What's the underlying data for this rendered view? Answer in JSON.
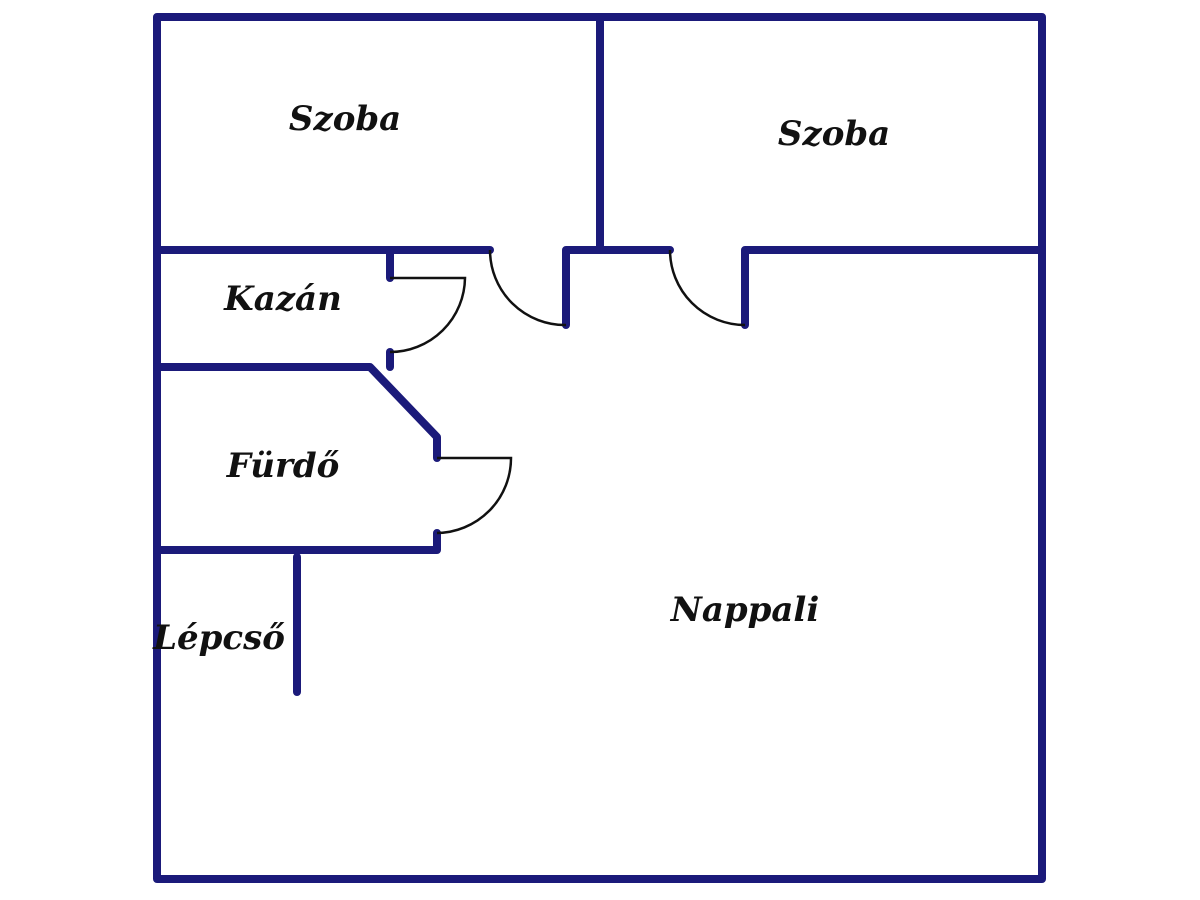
{
  "colors": {
    "wall": "#1b1a7a",
    "door": "#111111",
    "label": "#111111",
    "background": "#ffffff"
  },
  "rooms": {
    "szoba_left": "Szoba",
    "szoba_right": "Szoba",
    "kazan": "Kazán",
    "furdo": "Fürdő",
    "lepcso": "Lépcső",
    "nappali": "Nappali"
  }
}
